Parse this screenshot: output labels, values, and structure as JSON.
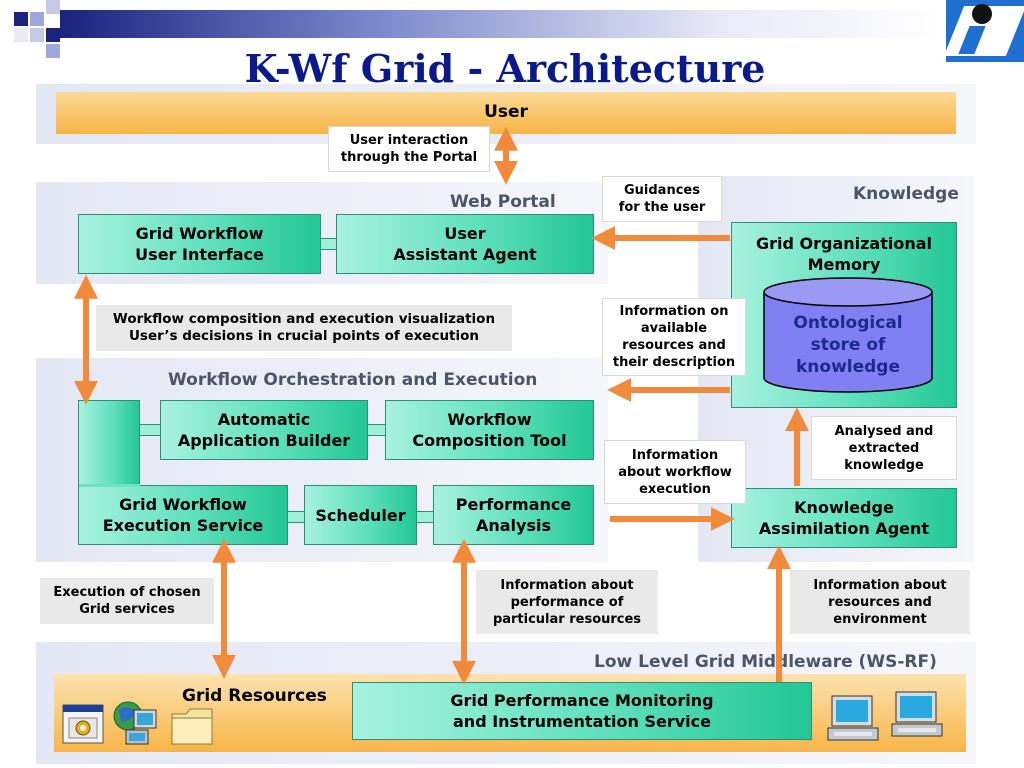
{
  "title": "K-Wf Grid - Architecture",
  "user": "User",
  "notes": {
    "user_interaction": "User interaction\nthrough the Portal",
    "guidances": "Guidances\nfor the user",
    "info_resources": "Information on\navailable\nresources and\ntheir description",
    "workflow_visualization": "Workflow composition and execution visualization\nUser’s decisions in crucial points of execution",
    "info_workflow": "Information\nabout workflow\nexecution",
    "analysed": "Analysed and\nextracted\nknowledge",
    "execution_services": "Execution of chosen\nGrid services",
    "info_performance": "Information about\nperformance of\nparticular resources",
    "info_environment": "Information about\nresources and\nenvironment"
  },
  "regions": {
    "web_portal": "Web Portal",
    "knowledge": "Knowledge",
    "workflow": "Workflow Orchestration and Execution",
    "middleware": "Low Level Grid Middleware (WS-RF)"
  },
  "boxes": {
    "gwui": "Grid Workflow\nUser Interface",
    "uaa": "User\nAssistant Agent",
    "gom": "Grid Organizational\nMemory",
    "ontology": "Ontological\nstore of\nknowledge",
    "aab": "Automatic\nApplication Builder",
    "wct": "Workflow\nComposition Tool",
    "gwes": "Grid Workflow\nExecution Service",
    "scheduler": "Scheduler",
    "perf": "Performance\nAnalysis",
    "kaa": "Knowledge\nAssimilation Agent",
    "grid_resources": "Grid Resources",
    "gpm": "Grid Performance Monitoring\nand Instrumentation Service"
  },
  "colors": {
    "title": "#0a1a8c",
    "arrow": "#f28a3c",
    "user_bar": "#f7b548",
    "ontology_fill": "#8080f2"
  }
}
